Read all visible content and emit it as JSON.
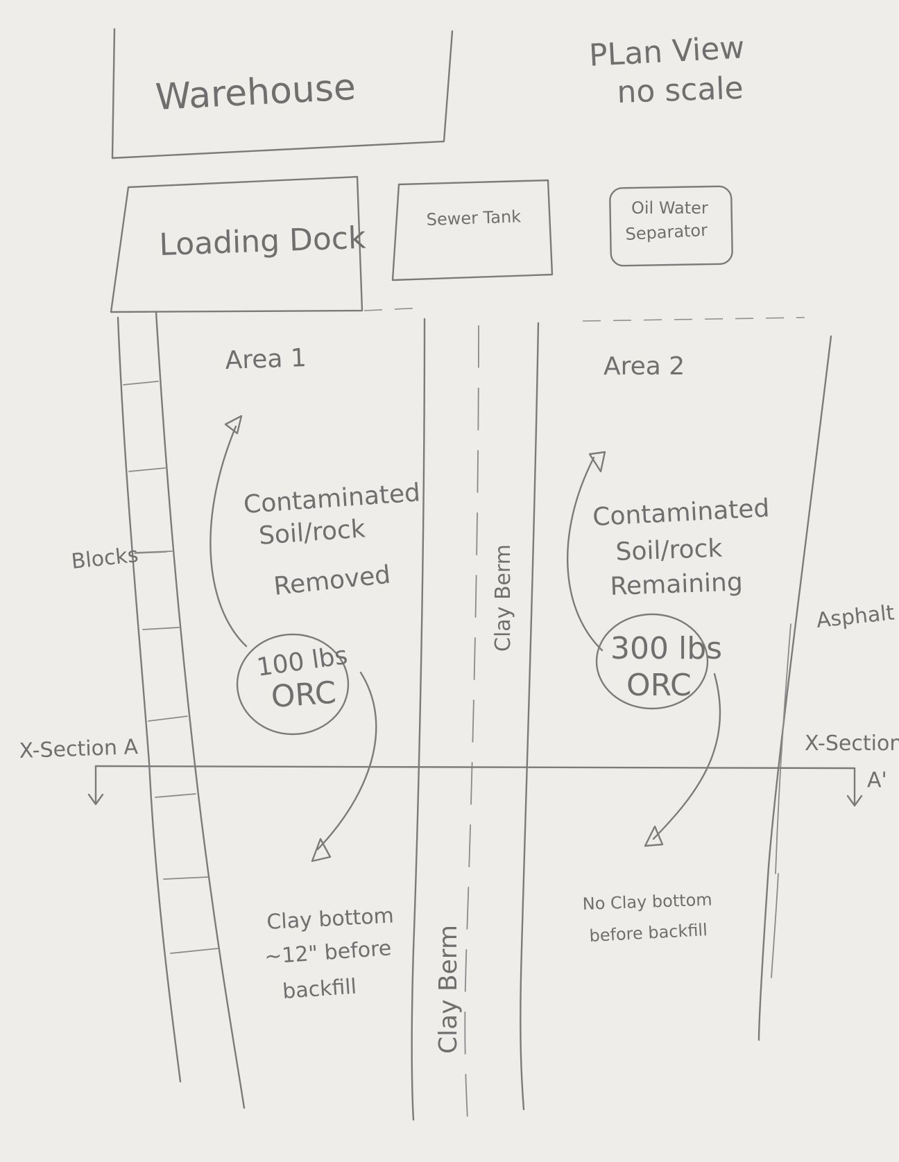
{
  "title": {
    "line1": "PLan View",
    "line2": "no scale"
  },
  "buildings": {
    "warehouse": "Warehouse",
    "loading_dock": "Loading Dock",
    "sewer_tank": "Sewer Tank",
    "oil_water_line1": "Oil Water",
    "oil_water_line2": "Separator"
  },
  "area1": {
    "label": "Area 1",
    "note_line1": "Contaminated",
    "note_line2": "Soil/rock",
    "note_line3": "Removed",
    "orc_line1": "100 lbs",
    "orc_line2": "ORC",
    "bottom_line1": "Clay bottom",
    "bottom_line2": "~12\" before",
    "bottom_line3": "backfill"
  },
  "area2": {
    "label": "Area 2",
    "note_line1": "Contaminated",
    "note_line2": "Soil/rock",
    "note_line3": "Remaining",
    "orc_line1": "300 lbs",
    "orc_line2": "ORC",
    "bottom_line1": "No Clay bottom",
    "bottom_line2": "before backfill"
  },
  "labels": {
    "blocks": "Blocks",
    "clay_berm": "Clay Berm",
    "asphalt": "Asphalt",
    "xsection_left": "X-Section A",
    "xsection_right_line1": "X-Section",
    "xsection_right_line2": "A'"
  },
  "colors": {
    "paper": "#eeedea",
    "pencil": "#7b7b7b"
  }
}
